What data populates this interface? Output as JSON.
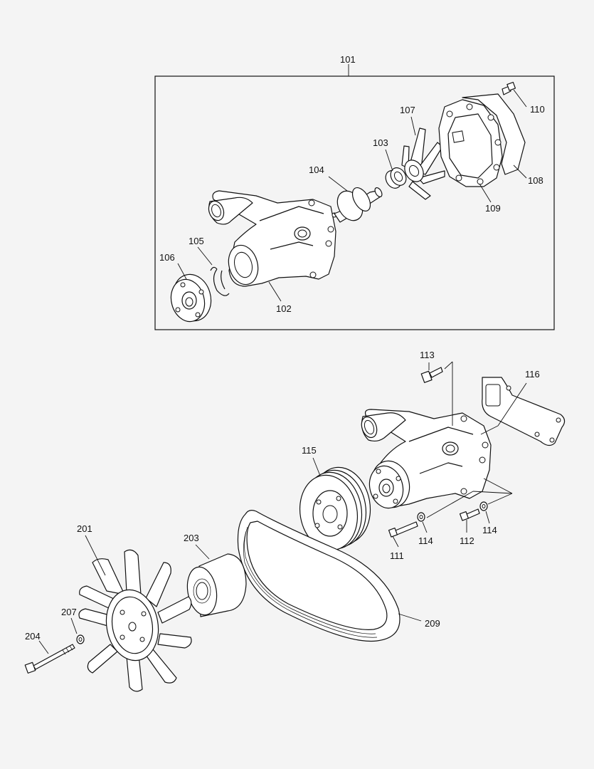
{
  "callouts": {
    "c101": "101",
    "c102": "102",
    "c103": "103",
    "c104": "104",
    "c105": "105",
    "c106": "106",
    "c107": "107",
    "c108": "108",
    "c109": "109",
    "c110": "110",
    "c111": "111",
    "c112": "112",
    "c113": "113",
    "c114a": "114",
    "c114b": "114",
    "c115": "115",
    "c116": "116",
    "c201": "201",
    "c203": "203",
    "c204": "204",
    "c207": "207",
    "c209": "209"
  },
  "icons": {
    "fan": "cooling-fan-icon",
    "pump": "water-pump-icon",
    "belt": "v-belt-icon"
  }
}
